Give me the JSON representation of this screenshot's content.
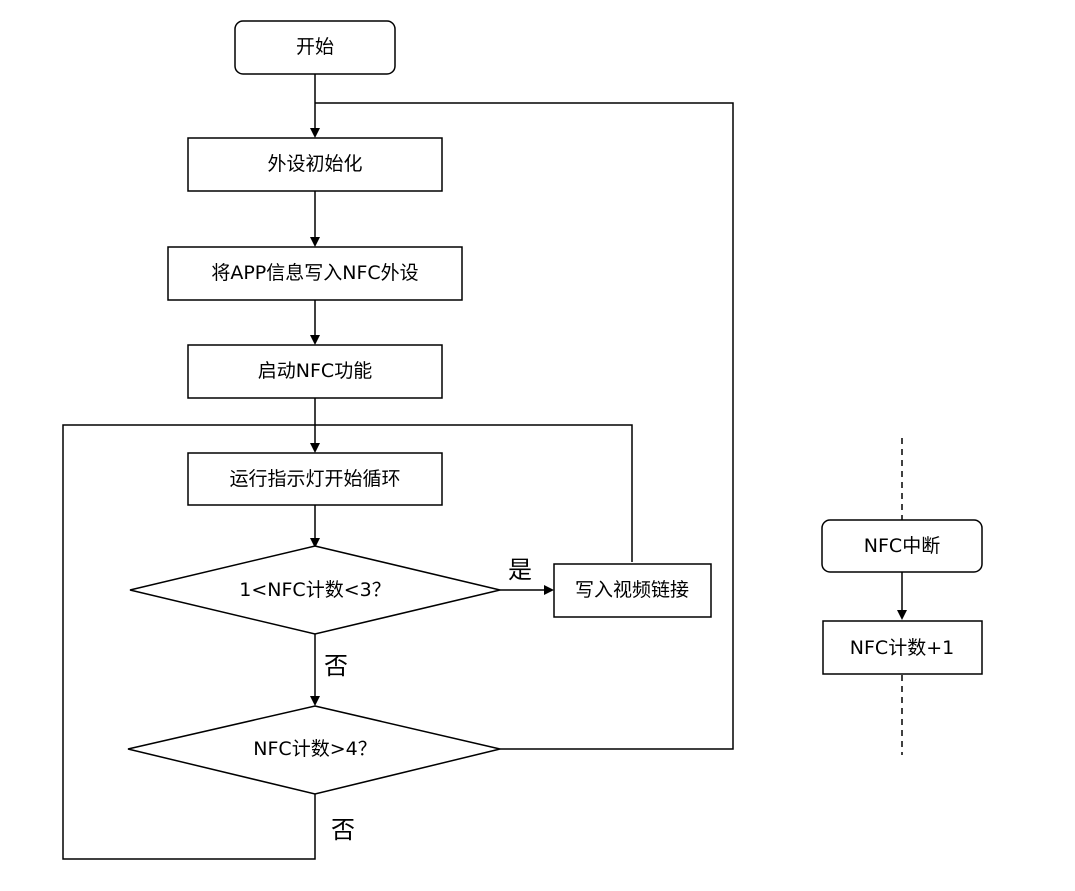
{
  "flowchart": {
    "start": "开始",
    "init_peripherals": "外设初始化",
    "write_app_info": "将APP信息写入NFC外设",
    "enable_nfc": "启动NFC功能",
    "run_indicator_loop": "运行指示灯开始循环",
    "decision_count_range": "1<NFC计数<3？",
    "write_video_link": "写入视频链接",
    "decision_count_gt4": "NFC计数>4？",
    "label_yes": "是",
    "label_no_1": "否",
    "label_no_2": "否"
  },
  "interrupt": {
    "nfc_interrupt": "NFC中断",
    "nfc_count_inc": "NFC计数+1"
  }
}
